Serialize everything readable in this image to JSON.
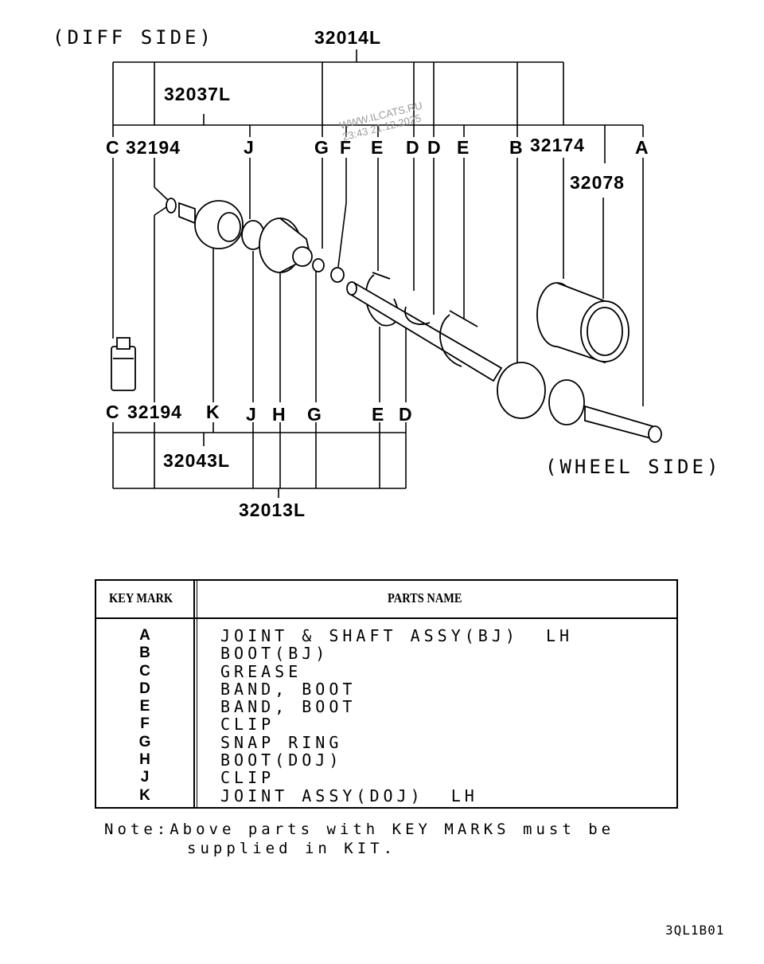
{
  "diagram": {
    "diff_side": "(DIFF SIDE)",
    "wheel_side": "(WHEEL SIDE)",
    "watermark_line1": "WWW.ILCATS.RU",
    "watermark_line2": "23:43 21.12.2025",
    "assemblies": {
      "top_outer": "32014L",
      "top_inner": "32037L",
      "bottom_inner": "32043L",
      "bottom_outer": "32013L",
      "grease": "32194",
      "boot_bj": "32174",
      "boot_kit": "32078"
    },
    "top_marks": [
      "C",
      "J",
      "G",
      "F",
      "E",
      "D",
      "D",
      "E",
      "B",
      "A"
    ],
    "bottom_marks": [
      "C",
      "K",
      "J",
      "H",
      "G",
      "E",
      "D"
    ]
  },
  "table": {
    "header_key": "KEY MARK",
    "header_name": "PARTS NAME",
    "rows": [
      {
        "key": "A",
        "name": "JOINT & SHAFT ASSY(BJ)  LH"
      },
      {
        "key": "B",
        "name": "BOOT(BJ)"
      },
      {
        "key": "C",
        "name": "GREASE"
      },
      {
        "key": "D",
        "name": "BAND, BOOT"
      },
      {
        "key": "E",
        "name": "BAND, BOOT"
      },
      {
        "key": "F",
        "name": "CLIP"
      },
      {
        "key": "G",
        "name": "SNAP RING"
      },
      {
        "key": "H",
        "name": "BOOT(DOJ)"
      },
      {
        "key": "J",
        "name": "CLIP"
      },
      {
        "key": "K",
        "name": "JOINT ASSY(DOJ)  LH"
      }
    ]
  },
  "note": {
    "line1": "Note:Above parts with KEY MARKS must be",
    "line2": "supplied in KIT."
  },
  "figure_code": "3QL1B01"
}
